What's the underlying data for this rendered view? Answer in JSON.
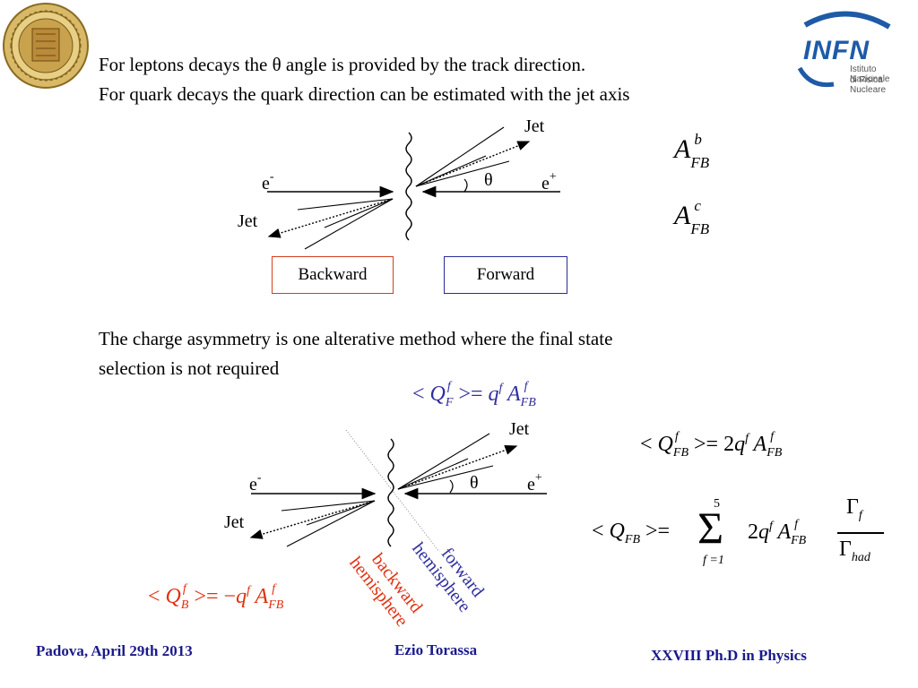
{
  "text": {
    "line1": "For leptons decays the θ angle is provided by the track direction.",
    "line2": "For quark decays the quark direction can be estimated with the jet axis",
    "charge_line1": "The charge asymmetry is one alterative method where the final state",
    "charge_line2": "selection is not required"
  },
  "diagram_top": {
    "jet_top": "Jet",
    "jet_left": "Jet",
    "e_minus": "e",
    "minus_sign": "-",
    "e_plus": "e",
    "plus_sign": "+",
    "theta": "θ",
    "backward": "Backward",
    "forward": "Forward"
  },
  "diagram_bottom": {
    "jet_top": "Jet",
    "jet_left": "Jet",
    "e_minus": "e",
    "minus_sign": "-",
    "e_plus": "e",
    "plus_sign": "+",
    "theta": "θ",
    "forward_line1": "forward",
    "forward_line2": "hemisphere",
    "backward_line1": "backward",
    "backward_line2": "hemisphere"
  },
  "formulas": {
    "afb_b": {
      "A": "A",
      "sup": "b",
      "sub": "FB"
    },
    "afb_c": {
      "A": "A",
      "sup": "c",
      "sub": "FB"
    },
    "qf": "< Q_F^f >= q^f A_FB^f",
    "qfb": "< Q_FB^f >= 2q^f A_FB^f",
    "qfb_sum": "< Q_FB >= Σ_{f=1}^{5} 2q^f A_FB^f Γ_f / Γ_had",
    "qb": "< Q_B^f >= −q^f A_FB^f",
    "sum_upper": "5",
    "sum_lower": "f =1"
  },
  "footer": {
    "left": "Padova, April 29th 2013",
    "center": "Ezio Torassa",
    "right": "XXVIII  Ph.D in Physics"
  },
  "logos": {
    "seal_name": "university-seal",
    "infn_letters": "INFN",
    "infn_line1": "Istituto Nazionale",
    "infn_line2": "di Fisica Nucleare"
  },
  "colors": {
    "forward_text": "#2e2e9e",
    "backward_text": "#e03010",
    "formula_blue": "#2e2e9e",
    "formula_red": "#e03010",
    "footer": "#1a1a8c",
    "backward_box": "#d04020",
    "forward_box": "#2a2a9a",
    "infn_blue": "#1f5aa6"
  }
}
